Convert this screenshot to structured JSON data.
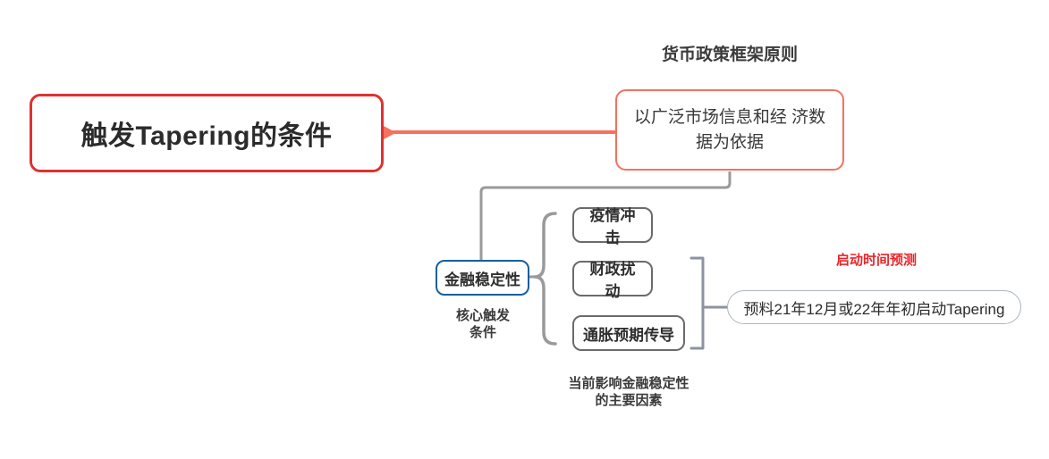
{
  "diagram": {
    "type": "mind-map",
    "root": {
      "text": "触发Tapering的条件",
      "border_color": "#e03131"
    },
    "branches": [
      {
        "label": "货币政策框架原则",
        "label_color": "#3b3b3b",
        "node": {
          "text": "以广泛市场信息和经\n济数据为依据",
          "border_color": "#f4725e"
        }
      },
      {
        "label": "核心触发\n条件",
        "label_color": "#3b3b3b",
        "node": {
          "text": "金融稳定性",
          "border_color": "#15609e"
        }
      },
      {
        "label": "当前影响金融稳定性\n的主要因素",
        "label_color": "#3b3b3b",
        "nodes": [
          {
            "text": "疫情冲击",
            "border_color": "#6b6b6b"
          },
          {
            "text": "财政扰动",
            "border_color": "#6b6b6b"
          },
          {
            "text": "通胀预期传导",
            "border_color": "#6b6b6b"
          }
        ]
      },
      {
        "label": "启动时间预测",
        "label_color": "#e8262a",
        "node": {
          "text": "预料21年12月或22年年初启动Tapering",
          "border_color": "#adb5c4"
        }
      }
    ],
    "connectors": {
      "root_link_color": "#f4725e",
      "tree_link_color": "#9a9a9a",
      "brace_color": "#9a9a9a"
    }
  }
}
